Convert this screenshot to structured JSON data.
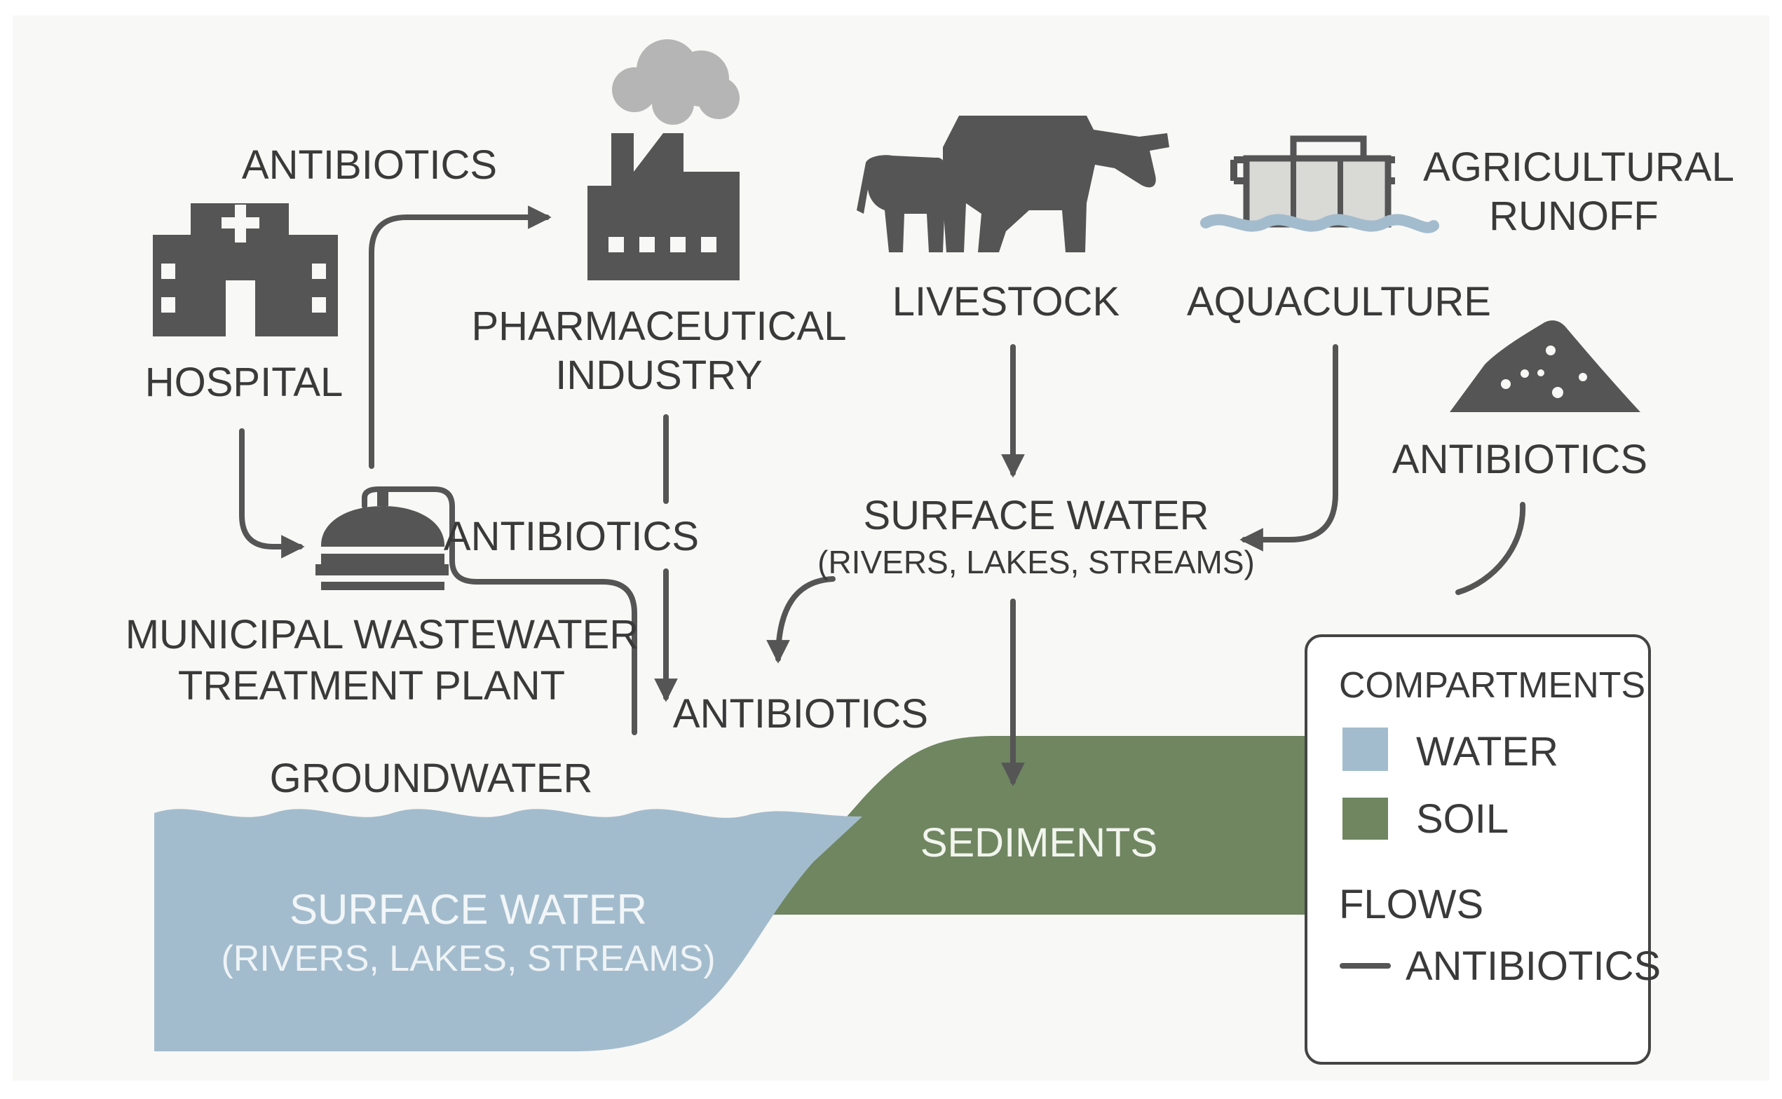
{
  "labels": {
    "hospital": "HOSPITAL",
    "antibiotics_top": "ANTIBIOTICS",
    "pharma_1": "PHARMACEUTICAL",
    "pharma_2": "INDUSTRY",
    "livestock": "LIVESTOCK",
    "aquaculture": "AQUACULTURE",
    "agri_1": "AGRICULTURAL",
    "agri_2": "RUNOFF",
    "antibiotics_right": "ANTIBIOTICS",
    "antibiotics_mid": "ANTIBIOTICS",
    "surface_water_mid": "SURFACE WATER",
    "surface_water_mid_sub": "(RIVERS, LAKES, STREAMS)",
    "wwtp_1": "MUNICIPAL WASTEWATER",
    "wwtp_2": "TREATMENT PLANT",
    "antibiotics_center": "ANTIBIOTICS",
    "groundwater": "GROUNDWATER",
    "surface_water_bottom": "SURFACE WATER",
    "surface_water_bottom_sub": "(RIVERS, LAKES, STREAMS)",
    "sediments": "SEDIMENTS"
  },
  "legend": {
    "compartments_title": "COMPARTMENTS",
    "water": "WATER",
    "soil": "SOIL",
    "flows_title": "FLOWS",
    "antibiotics": "ANTIBIOTICS"
  },
  "colors": {
    "water": "#a3bccd",
    "soil": "#6f8661",
    "icon": "#555555",
    "text": "#3a3a3a"
  },
  "icons": [
    "hospital-icon",
    "factory-icon",
    "smoke-icon",
    "cow-icon",
    "calf-icon",
    "aquaculture-icon",
    "soil-pile-icon",
    "treatment-plant-icon"
  ]
}
